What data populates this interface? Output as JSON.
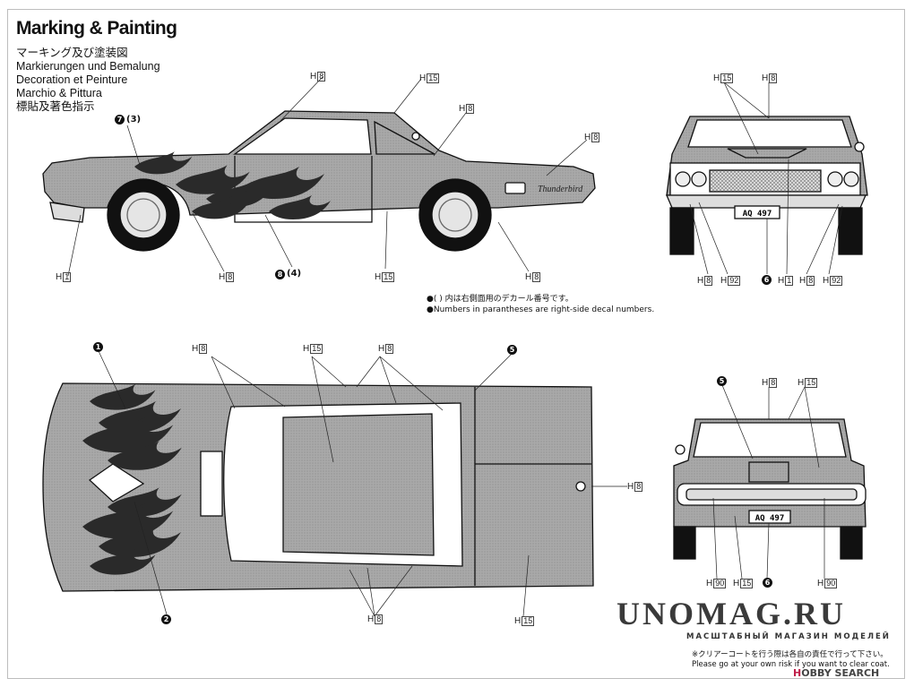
{
  "header": {
    "title": "Marking & Painting",
    "subtitles": [
      "マーキング及び塗装図",
      "Markierungen und Bemalung",
      "Decoration et Peinture",
      "Marchio & Pittura",
      "標貼及著色指示"
    ]
  },
  "labels": {
    "side_h8_top": "8",
    "side_h15_top": "15",
    "side_h8_window": "8",
    "side_h8_rear": "8",
    "side_h1": "1",
    "side_h8_mid": "8",
    "side_h15_door": "15",
    "side_h8_wheel": "8",
    "front_h15": "15",
    "front_h8": "8",
    "front_h8_a": "8",
    "front_h92_a": "92",
    "front_h1": "1",
    "front_h8_b": "8",
    "front_h92_b": "92",
    "top_h8_a": "8",
    "top_h15": "15",
    "top_h8_b": "8",
    "top_h8_side": "8",
    "top_h8_bottom": "8",
    "top_h15_bottom": "15",
    "rear_h8": "8",
    "rear_h15": "15",
    "rear_h90_a": "90",
    "rear_h15_b": "15",
    "rear_h90_b": "90",
    "prefix": "H"
  },
  "decals": {
    "d7": "7",
    "d3": "(3)",
    "d8": "8",
    "d4": "(4)",
    "d6": "6",
    "d1": "1",
    "d2": "2",
    "d5": "5",
    "d5r": "5",
    "d6r": "6"
  },
  "plates": {
    "front": "AQ 497",
    "rear": "AQ 497"
  },
  "notes": {
    "jp": "●( ) 内は右側面用のデカール番号です。",
    "en": "●Numbers in parantheses are right-side decal numbers."
  },
  "watermark": {
    "brand": "UNOMAG.RU",
    "tagline": "МАСШТАБНЫЙ МАГАЗИН МОДЕЛЕЙ"
  },
  "footer": {
    "jp": "※クリアーコートを行う際は各自の責任で行って下さい。",
    "en": "Please go at your own risk if you want to clear coat.",
    "hobby_mark": "H",
    "hobby_rest": "OBBY SEARCH"
  }
}
